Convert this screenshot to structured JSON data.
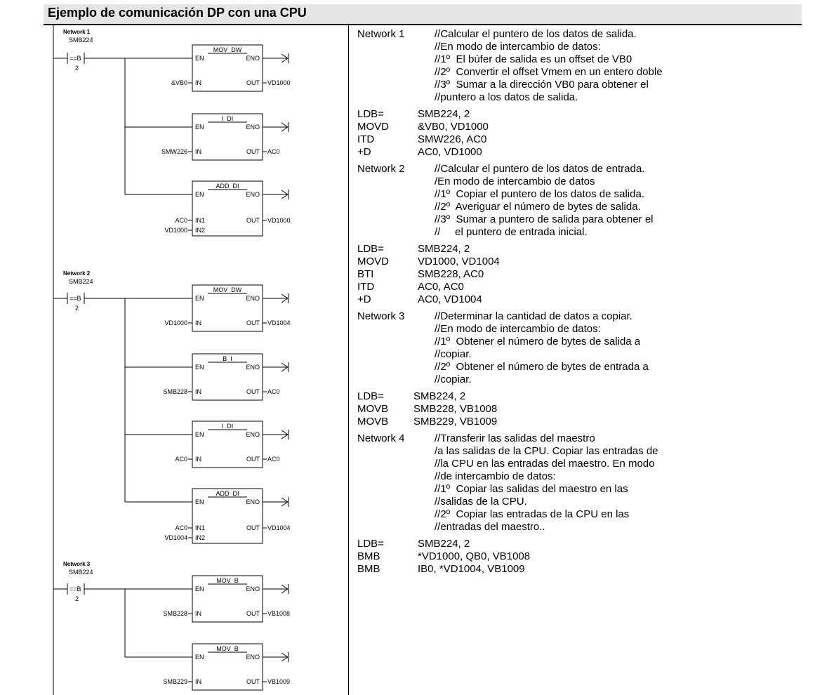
{
  "page": {
    "title": "Ejemplo de comunicación DP con una CPU"
  },
  "ladder": {
    "networks": [
      {
        "label": "Network 1",
        "contact": {
          "address": "SMB224",
          "op": "==B",
          "value": "2"
        },
        "boxes": [
          {
            "name": "MOV_DW",
            "in": [
              "&VB0"
            ],
            "in_pins": [
              "IN"
            ],
            "out": "VD1000"
          },
          {
            "name": "I_DI",
            "in": [
              "SMW226"
            ],
            "in_pins": [
              "IN"
            ],
            "out": "AC0"
          },
          {
            "name": "ADD_DI",
            "in": [
              "AC0",
              "VD1000"
            ],
            "in_pins": [
              "IN1",
              "IN2"
            ],
            "out": "VD1000"
          }
        ]
      },
      {
        "label": "Network 2",
        "contact": {
          "address": "SMB224",
          "op": "==B",
          "value": "2"
        },
        "boxes": [
          {
            "name": "MOV_DW",
            "in": [
              "VD1000"
            ],
            "in_pins": [
              "IN"
            ],
            "out": "VD1004"
          },
          {
            "name": "B_I",
            "in": [
              "SMB228"
            ],
            "in_pins": [
              "IN"
            ],
            "out": "AC0"
          },
          {
            "name": "I_DI",
            "in": [
              "AC0"
            ],
            "in_pins": [
              "IN"
            ],
            "out": "AC0"
          },
          {
            "name": "ADD_DI",
            "in": [
              "AC0",
              "VD1004"
            ],
            "in_pins": [
              "IN1",
              "IN2"
            ],
            "out": "VD1004"
          }
        ]
      },
      {
        "label": "Network 3",
        "contact": {
          "address": "SMB224",
          "op": "==B",
          "value": "2"
        },
        "boxes": [
          {
            "name": "MOV_B",
            "in": [
              "SMB228"
            ],
            "in_pins": [
              "IN"
            ],
            "out": "VB1008"
          },
          {
            "name": "MOV_B",
            "in": [
              "SMB229"
            ],
            "in_pins": [
              "IN"
            ],
            "out": "VB1009"
          }
        ]
      }
    ],
    "pin_labels": {
      "en": "EN",
      "eno": "ENO",
      "out": "OUT"
    }
  },
  "stl": [
    {
      "label": "Network 1",
      "comments": [
        "//Calcular el puntero de los datos de salida.",
        "//En modo de intercambio de datos:",
        "//1º  El búfer de salida es un offset de VB0",
        "//2º  Convertir el offset Vmem en un entero doble",
        "//3º  Sumar a la dirección VB0 para obtener el",
        "//puntero a los datos de salida."
      ],
      "code": [
        {
          "op": "LDB=",
          "args": "SMB224, 2"
        },
        {
          "op": "MOVD",
          "args": "&VB0, VD1000"
        },
        {
          "op": "ITD",
          "args": "SMW226, AC0"
        },
        {
          "op": "+D",
          "args": "AC0, VD1000"
        }
      ]
    },
    {
      "label": "Network 2",
      "comments": [
        "//Calcular el puntero de los datos de entrada.",
        "/En modo de intercambio de datos",
        "//1º  Copiar el puntero de los datos de salida.",
        "//2º  Averiguar el número de bytes de salida.",
        "//3º  Sumar a puntero de salida para obtener el",
        "//     el puntero de entrada inicial."
      ],
      "code": [
        {
          "op": "LDB=",
          "args": "SMB224, 2"
        },
        {
          "op": "MOVD",
          "args": "VD1000, VD1004"
        },
        {
          "op": "BTI",
          "args": "SMB228, AC0"
        },
        {
          "op": "ITD",
          "args": "AC0, AC0"
        },
        {
          "op": "+D",
          "args": "AC0, VD1004"
        }
      ]
    },
    {
      "label": "Network 3",
      "comments": [
        "//Determinar la cantidad de datos a copiar.",
        "//En modo de intercambio de datos:",
        "//1º  Obtener el número de bytes de salida a",
        "//copiar.",
        "//2º  Obtener el número de bytes de entrada a",
        "//copiar."
      ],
      "code": [
        {
          "op": "LDB=",
          "args": "SMB224, 2"
        },
        {
          "op": "MOVB",
          "args": "SMB228, VB1008"
        },
        {
          "op": "MOVB",
          "args": "SMB229, VB1009"
        }
      ]
    },
    {
      "label": "Network 4",
      "comments": [
        "//Transferir las salidas del maestro",
        "/a las salidas de la CPU. Copiar las entradas de",
        "//la CPU en las entradas del maestro. En modo",
        "//de intercambio de datos:",
        "//1º  Copiar las salidas del maestro en las",
        "//salidas de la CPU.",
        "//2º  Copiar las entradas de la CPU en las",
        "//entradas del maestro.."
      ],
      "code": [
        {
          "op": "LDB=",
          "args": "SMB224, 2"
        },
        {
          "op": "BMB",
          "args": "*VD1000, QB0, VB1008"
        },
        {
          "op": "BMB",
          "args": "IB0, *VD1004, VB1009"
        }
      ]
    }
  ]
}
